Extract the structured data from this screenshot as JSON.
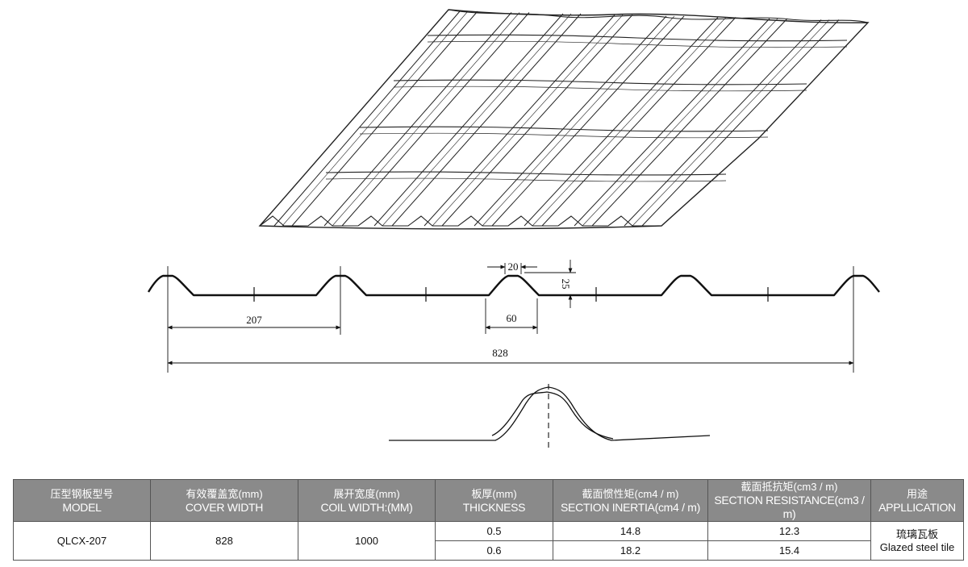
{
  "profile": {
    "dims": {
      "pitch": "207",
      "top_width": "20",
      "height": "25",
      "base_width": "60",
      "total_width": "828"
    }
  },
  "table": {
    "headers": [
      {
        "cn": "压型钢板型号",
        "en": "MODEL"
      },
      {
        "cn": "有效覆盖宽(mm)",
        "en": "COVER WIDTH"
      },
      {
        "cn": "展开宽度(mm)",
        "en": "COIL WIDTH:(MM)"
      },
      {
        "cn": "板厚(mm)",
        "en": "THICKNESS"
      },
      {
        "cn": "截面惯性矩(cm4 / m)",
        "en": "SECTION INERTIA(cm4 / m)"
      },
      {
        "cn": "截面抵抗矩(cm3 / m)",
        "en": "SECTION RESISTANCE(cm3 / m)"
      },
      {
        "cn": "用途",
        "en": "APPLLICATION"
      }
    ],
    "model": "QLCX-207",
    "cover_width": "828",
    "coil_width": "1000",
    "rows": [
      {
        "thickness": "0.5",
        "inertia": "14.8",
        "resistance": "12.3"
      },
      {
        "thickness": "0.6",
        "inertia": "18.2",
        "resistance": "15.4"
      }
    ],
    "application_cn": "琉璃瓦板",
    "application_en": "Glazed steel tile"
  }
}
